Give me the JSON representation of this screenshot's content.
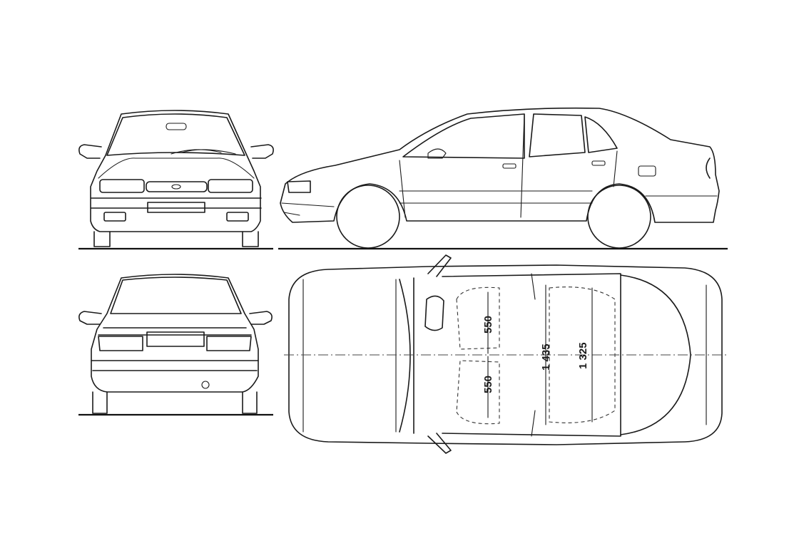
{
  "dimensions": {
    "front_seat_width_upper": "550",
    "front_seat_width_lower": "550",
    "front_shoulder_width": "1 435",
    "rear_shoulder_width": "1 325"
  }
}
